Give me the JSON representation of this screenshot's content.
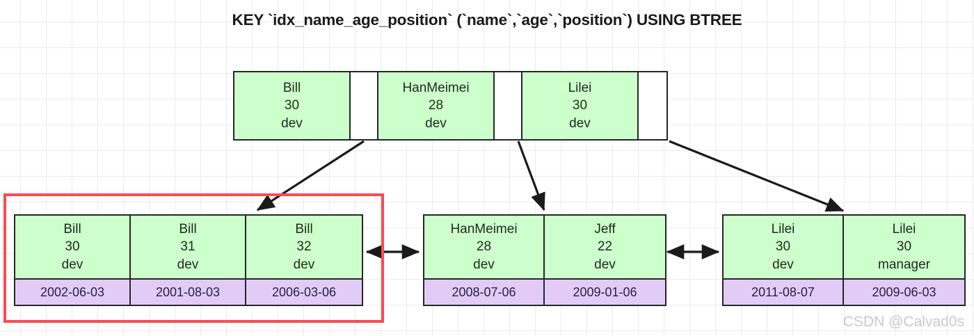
{
  "title": "KEY `idx_name_age_position` (`name`,`age`,`position`) USING BTREE",
  "watermark": "CSDN @Calvad0s",
  "colors": {
    "key_cell_fill": "#ccffcc",
    "data_cell_fill": "#e2ccf7",
    "node_border": "#262626",
    "highlight_border": "#fc4a52",
    "grid_line": "#e8e8e8",
    "background": "#ffffff",
    "text": "#1e2a1e",
    "watermark_text": "#c9c9c9"
  },
  "root_node": {
    "label": "root-internal-node",
    "entries": [
      {
        "name": "Bill",
        "age": "30",
        "position": "dev"
      },
      {
        "name": "HanMeimei",
        "age": "28",
        "position": "dev"
      },
      {
        "name": "Lilei",
        "age": "30",
        "position": "dev"
      }
    ],
    "pointer_count": 3
  },
  "leaf_nodes": [
    {
      "label": "leaf-node-1",
      "highlighted": true,
      "entries": [
        {
          "name": "Bill",
          "age": "30",
          "position": "dev",
          "data": "2002-06-03"
        },
        {
          "name": "Bill",
          "age": "31",
          "position": "dev",
          "data": "2001-08-03"
        },
        {
          "name": "Bill",
          "age": "32",
          "position": "dev",
          "data": "2006-03-06"
        }
      ]
    },
    {
      "label": "leaf-node-2",
      "highlighted": false,
      "entries": [
        {
          "name": "HanMeimei",
          "age": "28",
          "position": "dev",
          "data": "2008-07-06"
        },
        {
          "name": "Jeff",
          "age": "22",
          "position": "dev",
          "data": "2009-01-06"
        }
      ]
    },
    {
      "label": "leaf-node-3",
      "highlighted": false,
      "entries": [
        {
          "name": "Lilei",
          "age": "30",
          "position": "dev",
          "data": "2011-08-07"
        },
        {
          "name": "Lilei",
          "age": "30",
          "position": "manager",
          "data": "2009-06-03"
        }
      ]
    }
  ],
  "connectors": {
    "child_pointers": [
      {
        "from": "root-pointer-1",
        "to": "leaf-node-1",
        "style": "single-arrow"
      },
      {
        "from": "root-pointer-2",
        "to": "leaf-node-2",
        "style": "single-arrow"
      },
      {
        "from": "root-pointer-3",
        "to": "leaf-node-3",
        "style": "single-arrow"
      }
    ],
    "sibling_links": [
      {
        "from": "leaf-node-1",
        "to": "leaf-node-2",
        "style": "double-arrow"
      },
      {
        "from": "leaf-node-2",
        "to": "leaf-node-3",
        "style": "double-arrow"
      }
    ]
  }
}
